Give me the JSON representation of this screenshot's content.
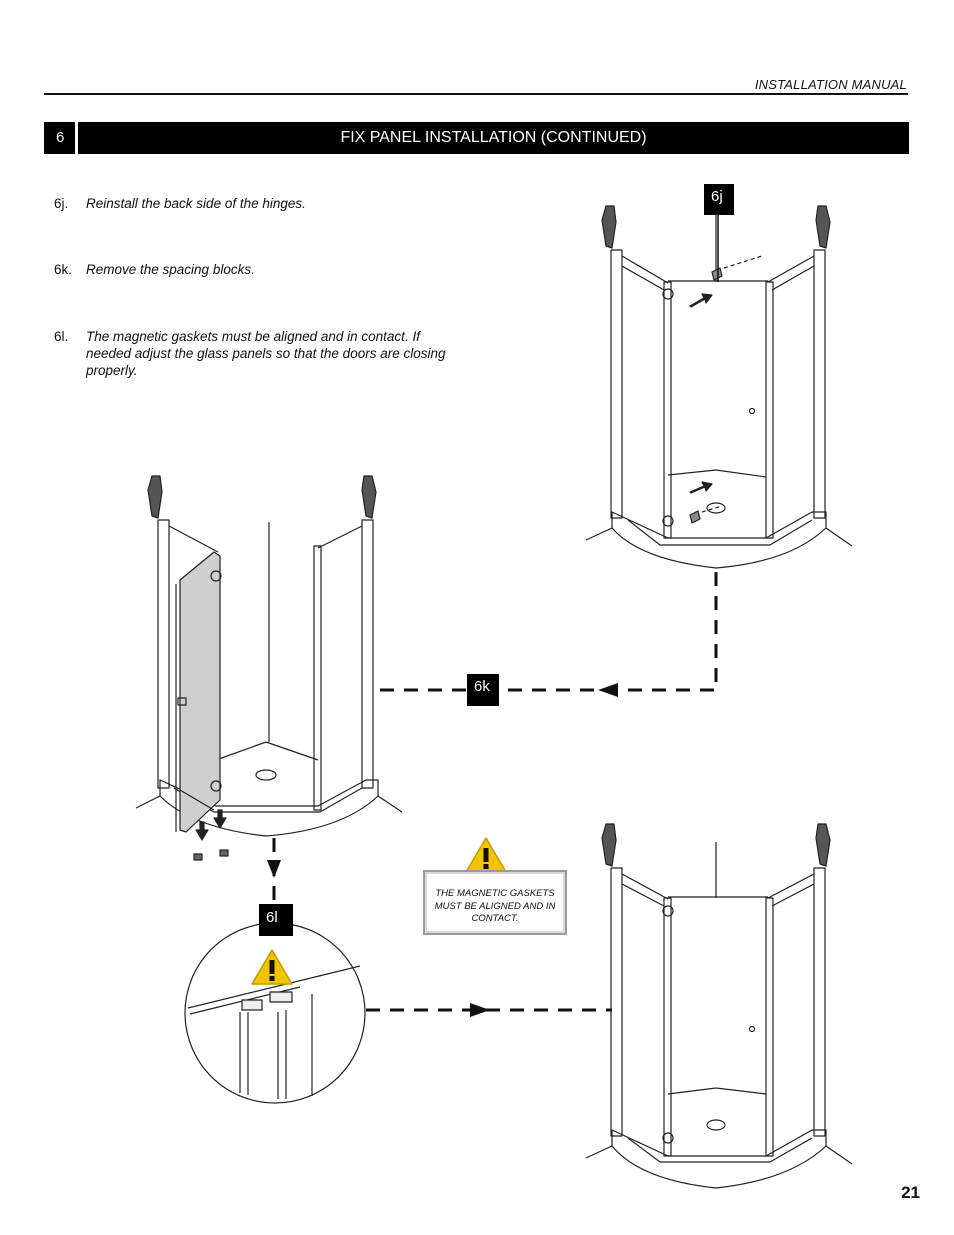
{
  "header": {
    "label": "INSTALLATION MANUAL"
  },
  "section": {
    "number": "6",
    "title": "FIX PANEL INSTALLATION (CONTINUED)"
  },
  "steps": [
    {
      "code": "6j.",
      "text": "Reinstall the back side of the hinges."
    },
    {
      "code": "6k.",
      "text": "Remove the spacing blocks."
    },
    {
      "code": "6l.",
      "text": "The magnetic gaskets must be aligned and in contact. If needed adjust the glass panels so that the doors are closing properly."
    }
  ],
  "figure_tags": {
    "j": "6j",
    "k": "6k",
    "l": "6l"
  },
  "warning": {
    "text": "THE MAGNETIC GASKETS MUST BE ALIGNED AND IN CONTACT.",
    "icon": "warning-triangle-icon",
    "color": "#f2c400"
  },
  "page_number": "21"
}
